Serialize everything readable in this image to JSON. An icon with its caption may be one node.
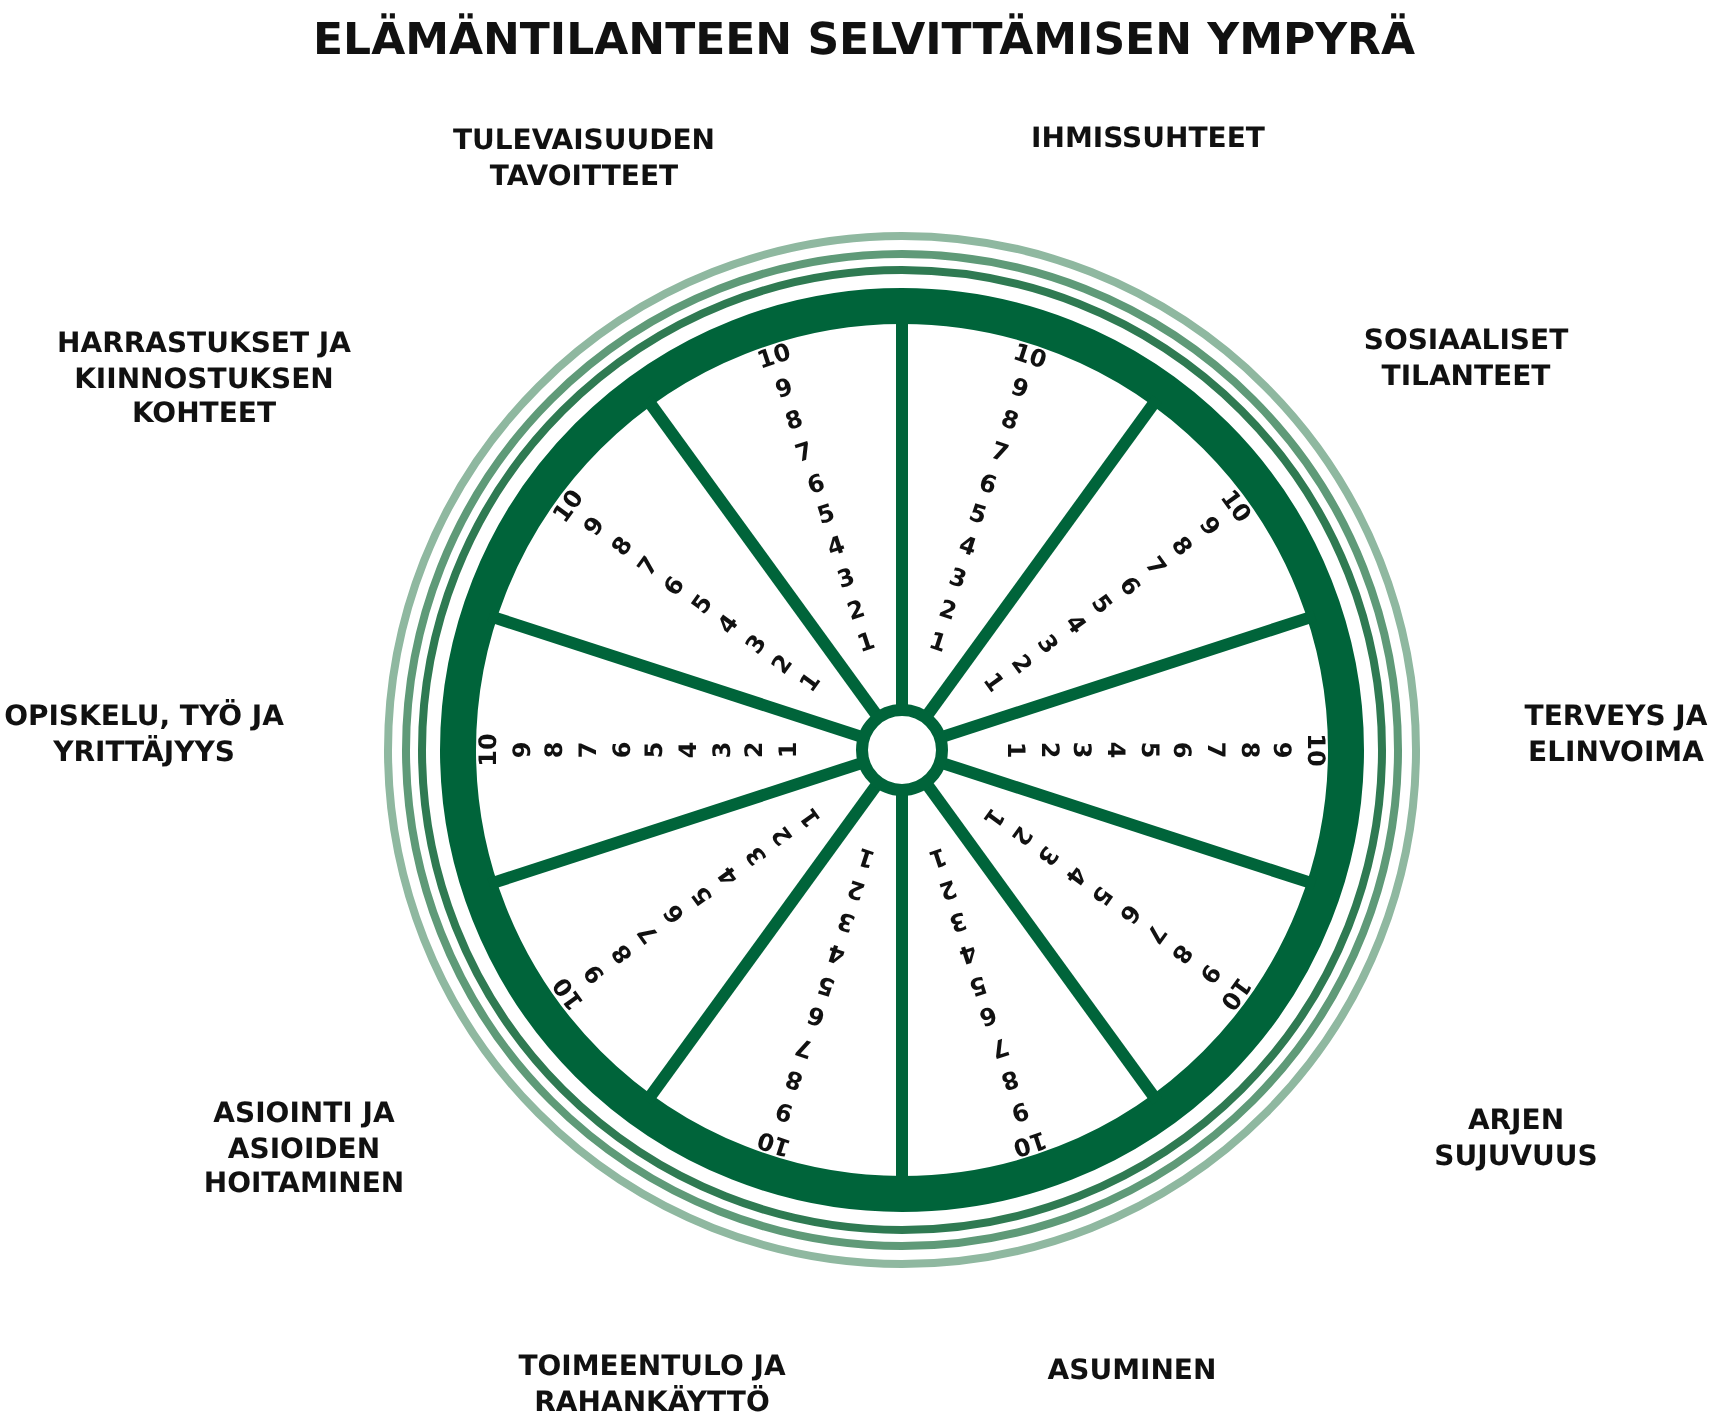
{
  "diagram": {
    "title": "ELÄMÄNTILANTEEN SELVITTÄMISEN YMPYRÄ",
    "labels": [
      "TULEVAISUUDEN TAVOITTEET",
      "1",
      "2",
      "3",
      "4",
      "5",
      "6",
      "7",
      "8",
      "9",
      "10",
      "IHMISSUHTEET",
      "1",
      "2",
      "3",
      "4",
      "5",
      "6",
      "7",
      "8",
      "9",
      "10",
      "SOSIAALISET TILANTEET",
      "1",
      "2",
      "3",
      "4",
      "5",
      "6",
      "7",
      "8",
      "9",
      "10",
      "TERVEYS JA ELINVOIMA",
      "1",
      "2",
      "3",
      "4",
      "5",
      "6",
      "7",
      "8",
      "9",
      "10",
      "ARJEN SUJUVUUS",
      "1",
      "2",
      "3",
      "4",
      "5",
      "6",
      "7",
      "8",
      "9",
      "10",
      "ASUMINEN",
      "1",
      "2",
      "3",
      "4",
      "5",
      "6",
      "7",
      "8",
      "9",
      "10",
      "TOIMEENTULO JA RAHANKÄYTTÖ",
      "1",
      "2",
      "3",
      "4",
      "5",
      "6",
      "7",
      "8",
      "9",
      "10",
      "ASIOINTI JA ASIOIDEN HOITAMINEN",
      "1",
      "2",
      "3",
      "4",
      "5",
      "6",
      "7",
      "8",
      "9",
      "10",
      "OPISKELU, TYÖ JA YRITTÄJYYS",
      "1",
      "2",
      "3",
      "4",
      "5",
      "6",
      "7",
      "8",
      "9",
      "10",
      "HARRASTUKSET JA KIINNOSTUKSEN KOHTEET",
      "1",
      "2",
      "3",
      "4",
      "5",
      "6",
      "7",
      "8",
      "9",
      "10"
    ]
  }
}
